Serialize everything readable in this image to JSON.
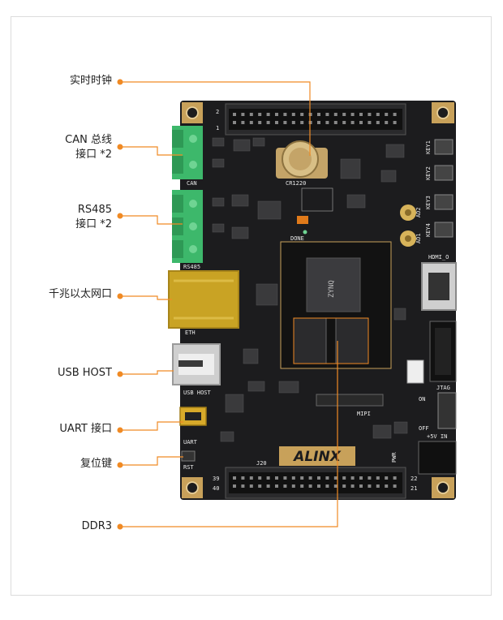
{
  "callouts": [
    {
      "id": "rtc",
      "lines": [
        "实时时钟"
      ]
    },
    {
      "id": "can",
      "lines": [
        "CAN 总线",
        "接口 *2"
      ]
    },
    {
      "id": "rs485",
      "lines": [
        "RS485",
        "接口 *2"
      ]
    },
    {
      "id": "eth",
      "lines": [
        "千兆以太网口"
      ]
    },
    {
      "id": "usb",
      "lines": [
        "USB HOST"
      ]
    },
    {
      "id": "uart",
      "lines": [
        "UART 接口"
      ]
    },
    {
      "id": "reset",
      "lines": [
        "复位键"
      ]
    },
    {
      "id": "ddr3",
      "lines": [
        "DDR3"
      ]
    }
  ],
  "board": {
    "brand": "ALINX",
    "chip_label": "ZYNQ",
    "silk": {
      "can": "CAN",
      "rs485": "RS485",
      "eth": "ETH",
      "usb": "USB HOST",
      "uart": "UART",
      "rst": "RST",
      "j20": "J20",
      "hdmi": "HDMI_O",
      "mipi": "MIPI",
      "pwr": "PWR",
      "vin": "+5V IN",
      "done": "DONE",
      "jtag": "JTAG",
      "cr": "CR1220",
      "on": "ON",
      "off": "OFF",
      "ad1": "AD1",
      "ad2": "AD2",
      "key1": "KEY1",
      "key2": "KEY2",
      "key3": "KEY3",
      "key4": "KEY4",
      "p2": "2",
      "p1": "1",
      "p40": "40",
      "p39": "39",
      "p21": "21",
      "p22": "22"
    }
  },
  "colors": {
    "accent": "#f08a24",
    "pcb": "#1c1c1e",
    "gold": "#c8a15a",
    "green": "#3db86b"
  }
}
